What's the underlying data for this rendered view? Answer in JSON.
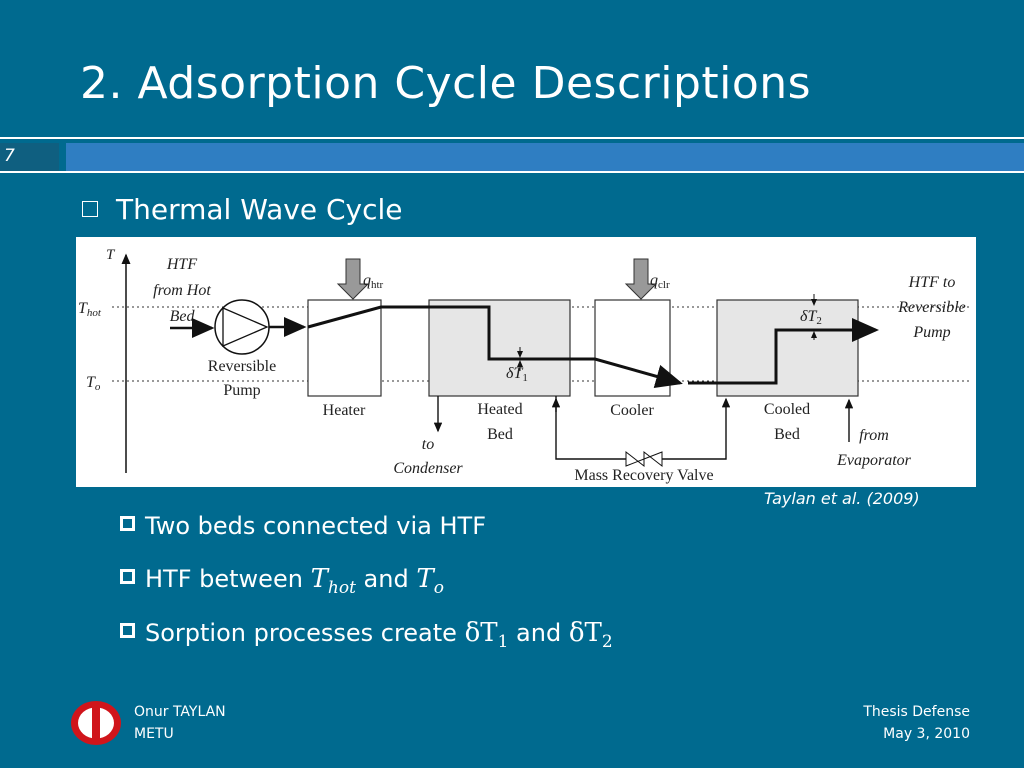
{
  "slide": {
    "title": "2. Adsorption Cycle Descriptions",
    "number": "7",
    "heading": "Thermal Wave Cycle",
    "caption": "Taylan et al. (2009)",
    "bullets": [
      {
        "text": "Two beds connected via HTF"
      },
      {
        "text_a": "HTF between ",
        "sym1": "T",
        "sub1": "hot",
        "text_b": " and ",
        "sym2": "T",
        "sub2": "o"
      },
      {
        "text_a": "Sorption processes create ",
        "sym1": "δT",
        "sub1": "1",
        "text_b": " and ",
        "sym2": "δT",
        "sub2": "2"
      }
    ]
  },
  "figure": {
    "axis_label": "T",
    "t_hot_label": "T",
    "t_hot_sub": "hot",
    "t_o_label": "T",
    "t_o_sub": "o",
    "htf_from_hot_bed": [
      "HTF",
      "from Hot",
      "Bed"
    ],
    "reversible_pump": [
      "Reversible",
      "Pump"
    ],
    "heater": "Heater",
    "heated_bed": [
      "Heated",
      "Bed"
    ],
    "cooler": "Cooler",
    "cooled_bed": [
      "Cooled",
      "Bed"
    ],
    "q_htr": "q",
    "q_htr_sub": "htr",
    "q_clr": "q",
    "q_clr_sub": "clr",
    "delta_t1": "δT",
    "delta_t1_sub": "1",
    "delta_t2": "δT",
    "delta_t2_sub": "2",
    "to_condenser": [
      "to",
      "Condenser"
    ],
    "mass_recovery_valve": "Mass Recovery Valve",
    "from_evaporator": [
      "from",
      "Evaporator"
    ],
    "htf_to_pump": [
      "HTF to",
      "Reversible",
      "Pump"
    ]
  },
  "footer": {
    "author": "Onur TAYLAN",
    "institution": "METU",
    "event": "Thesis Defense",
    "date": "May 3, 2010"
  },
  "colors": {
    "background": "#006a8f",
    "accent_bar": "#2f7ec2",
    "logo_red": "#d0151b"
  }
}
